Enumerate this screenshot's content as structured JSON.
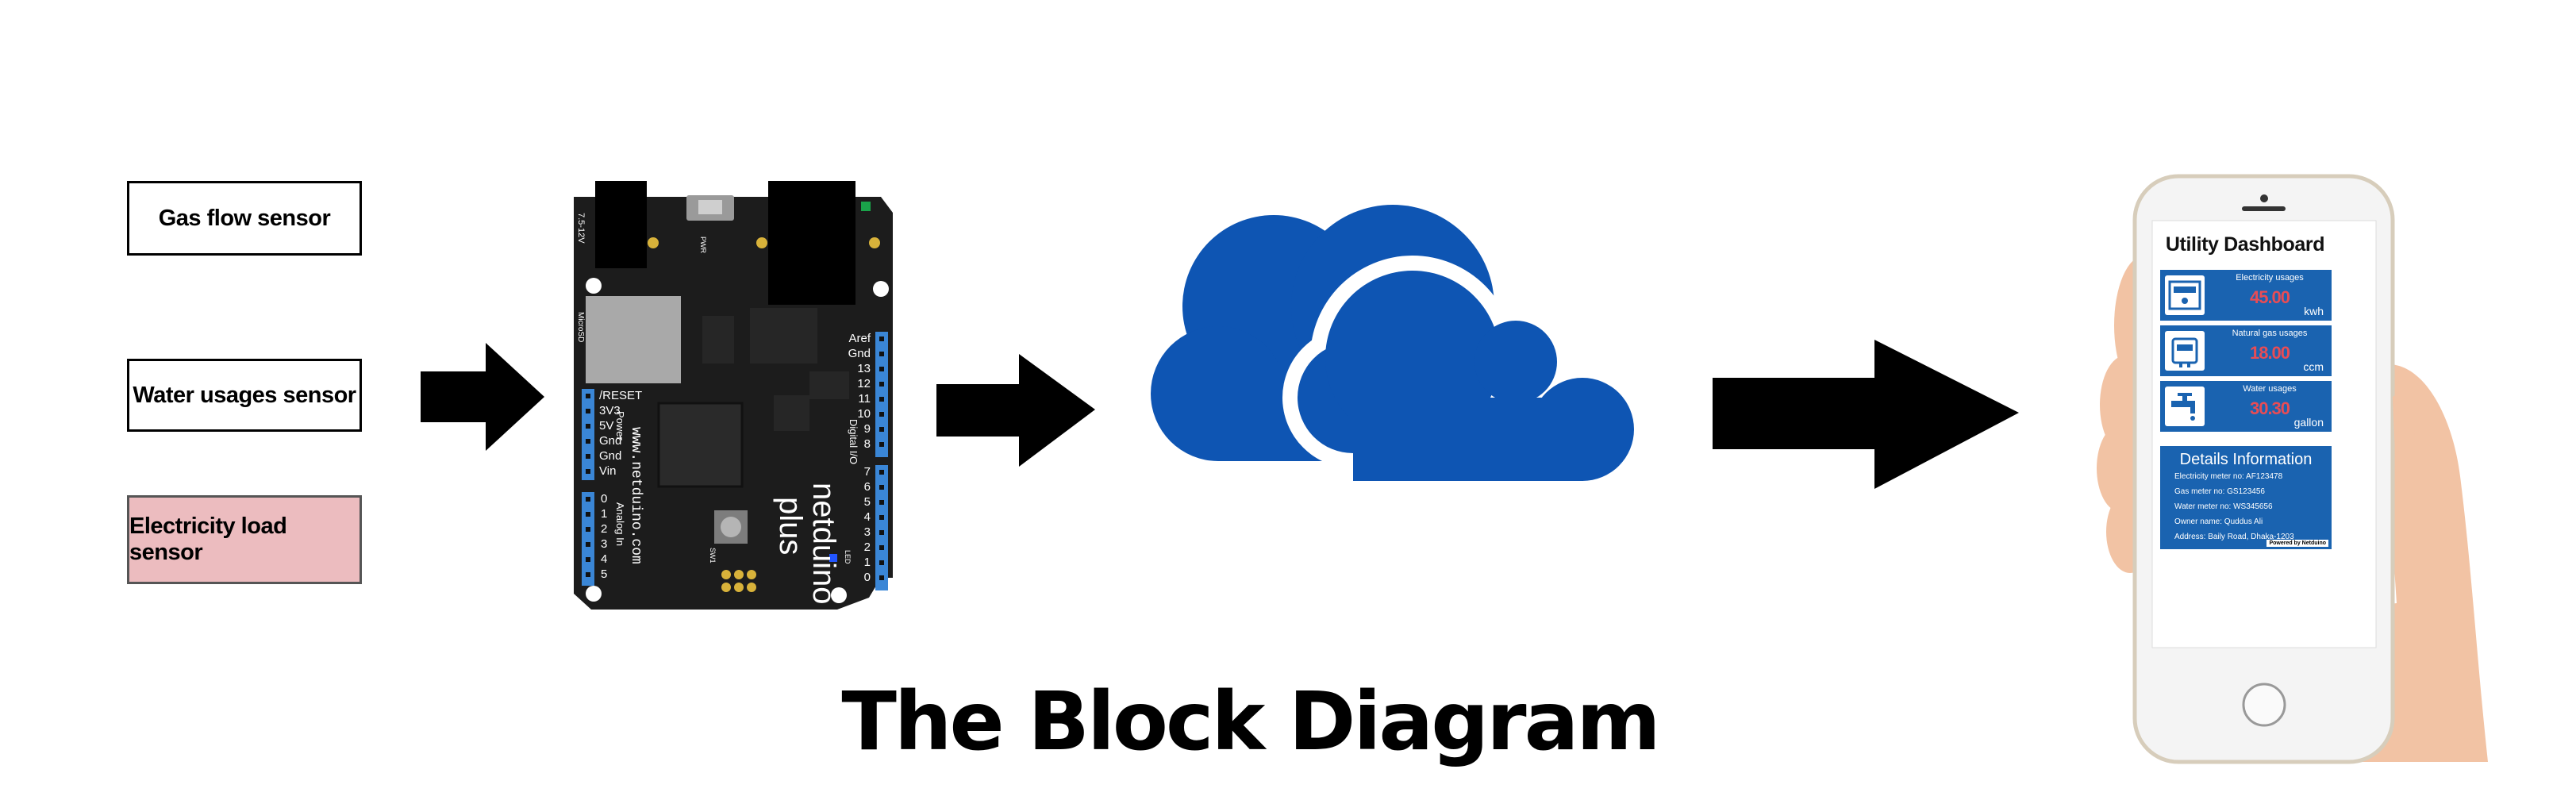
{
  "sensors": [
    {
      "label": "Gas flow sensor"
    },
    {
      "label": "Water usages sensor"
    },
    {
      "label": "Electricity load sensor"
    }
  ],
  "board": {
    "brand_name": "netduino",
    "brand_sub": "plus",
    "url": "www.netduino.com",
    "power_label": "Power",
    "digital_label": "Digital I/O",
    "analog_label": "Analog In",
    "pins_power": [
      "/RESET",
      "3V3",
      "5V",
      "Gnd",
      "Gnd",
      "Vin"
    ],
    "pins_analog": [
      "0",
      "1",
      "2",
      "3",
      "4",
      "5"
    ],
    "pins_digital_top": [
      "Aref",
      "Gnd",
      "13",
      "12",
      "11",
      "10",
      "9",
      "8"
    ],
    "pins_digital_bottom": [
      "7",
      "6",
      "5",
      "4",
      "3",
      "2",
      "1",
      "0"
    ],
    "small_labels": {
      "voltage": "7.5-12V",
      "pwr": "PWR",
      "microsd": "MicroSD",
      "sw1": "SW1",
      "led": "LED"
    }
  },
  "dashboard": {
    "title": "Utility Dashboard",
    "usages": [
      {
        "label": "Electricity usages",
        "value": "45.00",
        "unit": "kwh",
        "icon": "electric-meter-icon"
      },
      {
        "label": "Natural gas usages",
        "value": "18.00",
        "unit": "ccm",
        "icon": "gas-meter-icon"
      },
      {
        "label": "Water usages",
        "value": "30.30",
        "unit": "gallon",
        "icon": "water-tap-icon"
      }
    ],
    "details": {
      "heading": "Details Information",
      "lines": [
        "Electricity meter no: AF123478",
        "Gas meter no: GS123456",
        "Water meter no: WS345656",
        "Owner name: Quddus Ali",
        "Address: Baily Road, Dhaka-1203"
      ],
      "powered_by": "Powered by Netduino"
    }
  },
  "caption": "The Block Diagram",
  "colors": {
    "cloud": "#0e55b3",
    "board": "#1c1c1c",
    "pin_header": "#3a86d6",
    "dashboard_accent": "#1a63b0",
    "value_red": "#e84c55",
    "elec_box_fill": "#ecbcbf"
  }
}
